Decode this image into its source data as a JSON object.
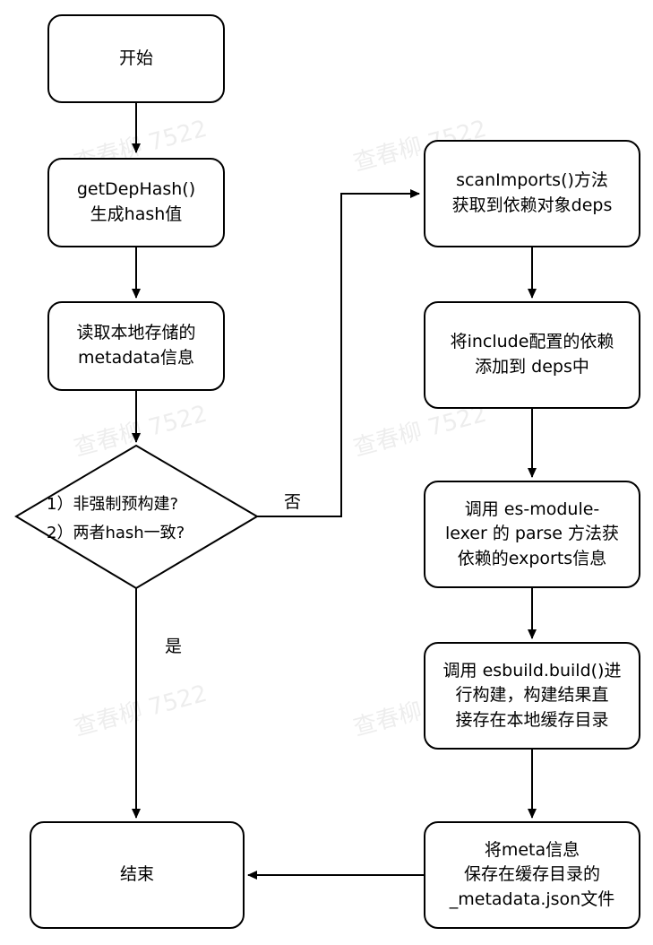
{
  "nodes": {
    "start": {
      "line1": "开始"
    },
    "gethash": {
      "line1": "getDepHash()",
      "line2": "生成hash值"
    },
    "readmeta": {
      "line1": "读取本地存储的",
      "line2": "metadata信息"
    },
    "decision": {
      "line1": "1）非强制预构建?",
      "line2": "2）两者hash一致?"
    },
    "end": {
      "line1": "结束"
    },
    "scan": {
      "line1": "scanImports()方法",
      "line2": "获取到依赖对象deps"
    },
    "include": {
      "line1": "将include配置的依赖",
      "line2": "添加到 deps中"
    },
    "lexer": {
      "line1": "调用 es-module-",
      "line2": "lexer 的 parse 方法获",
      "line3": "依赖的exports信息"
    },
    "esbuild": {
      "line1": "调用 esbuild.build()进",
      "line2": "行构建，构建结果直",
      "line3": "接存在本地缓存目录"
    },
    "save": {
      "line1": "将meta信息",
      "line2": "保存在缓存目录的",
      "line3": "_metadata.json文件"
    }
  },
  "edges": {
    "no_label": "否",
    "yes_label": "是"
  },
  "watermark": "查春柳 7522"
}
